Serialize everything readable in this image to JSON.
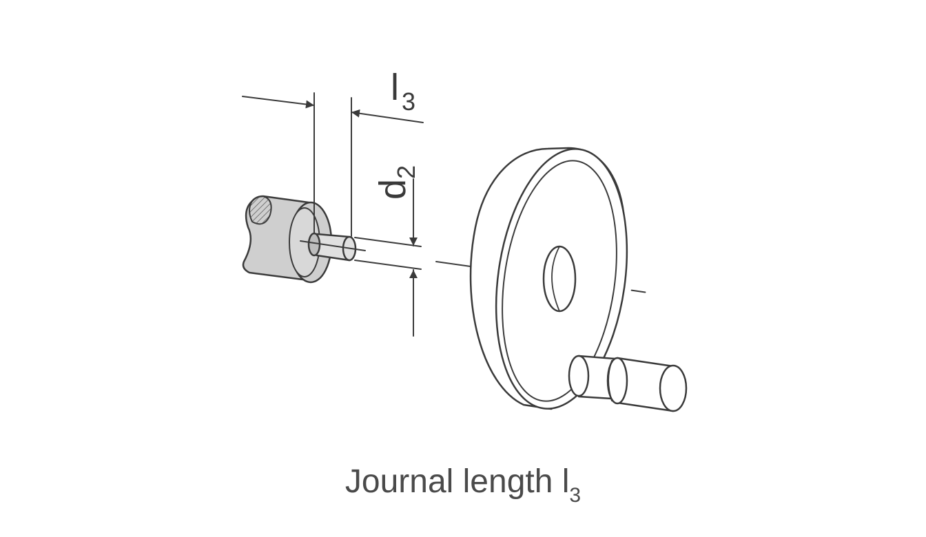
{
  "labels": {
    "length_main": "l",
    "length_sub": "3",
    "diameter_main": "d",
    "diameter_sub": "2"
  },
  "caption": {
    "text": "Journal length l",
    "sub": "3"
  }
}
